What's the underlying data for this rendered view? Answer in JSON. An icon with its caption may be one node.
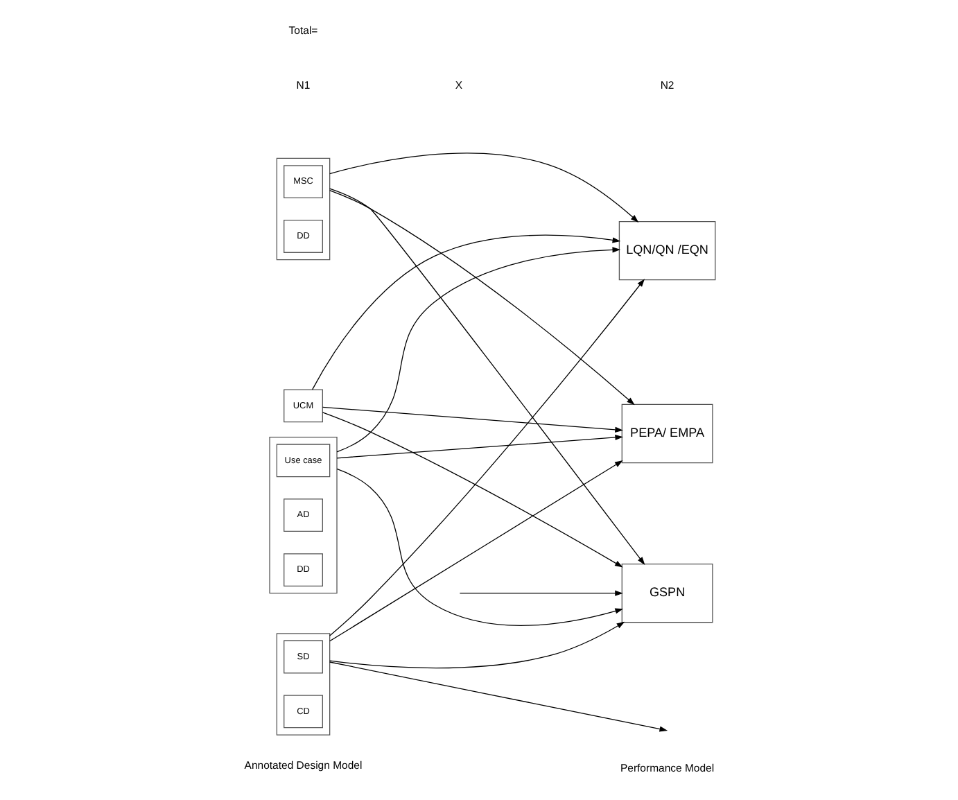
{
  "diagram": {
    "nodes": [
      {
        "text": [],
        "shape": "box"
      },
      {
        "text": [
          "Use case"
        ],
        "in": 0
      },
      {
        "text": [
          "AD"
        ],
        "in": 0
      },
      {
        "text": [
          "DD"
        ],
        "in": 0
      },
      {
        "text": [
          "UCM"
        ]
      },
      {
        "text": [],
        "shape": "box"
      },
      {
        "text": [
          "MSC"
        ],
        "in": 5
      },
      {
        "text": [
          "DD"
        ],
        "in": 5
      },
      {
        "text": [],
        "shape": "box"
      },
      {
        "text": [
          "SD"
        ],
        "in": 8
      },
      {
        "text": [
          "CD"
        ],
        "in": 8
      },
      {
        "text": [
          "LQN/QN /EQN"
        ]
      },
      {
        "text": [
          "PEPA/ EMPA"
        ]
      },
      {
        "text": [
          "GSPN"
        ]
      }
    ],
    "edges": [
      {
        "from": 0,
        "to": 11,
        "arrow": "to"
      },
      {
        "from": 0,
        "to": 12,
        "arrow": "to"
      },
      {
        "from": 0,
        "to": 13,
        "arrow": "to"
      },
      {
        "from": 4,
        "to": 11,
        "arrow": "to"
      },
      {
        "from": 4,
        "to": 12,
        "arrow": "to"
      },
      {
        "from": 4,
        "to": 13,
        "arrow": "to"
      },
      {
        "from": 5,
        "to": 11,
        "arrow": "to"
      },
      {
        "from": 5,
        "to": 12,
        "arrow": "to"
      },
      {
        "from": 5,
        "to": 13,
        "arrow": "to"
      },
      {
        "from": 8,
        "to": 11,
        "arrow": "to"
      },
      {
        "from": 8,
        "to": 12,
        "arrow": "to"
      },
      {
        "from": 8,
        "to": 13,
        "arrow": "to"
      },
      {
        "from": 8,
        "to": null,
        "arrow": "to"
      },
      {
        "from": null,
        "to": 13,
        "arrow": "to"
      }
    ],
    "labels": [
      "Annotated Design Model",
      "Performance Model",
      "Total=",
      "N1",
      "X",
      "N2"
    ]
  }
}
